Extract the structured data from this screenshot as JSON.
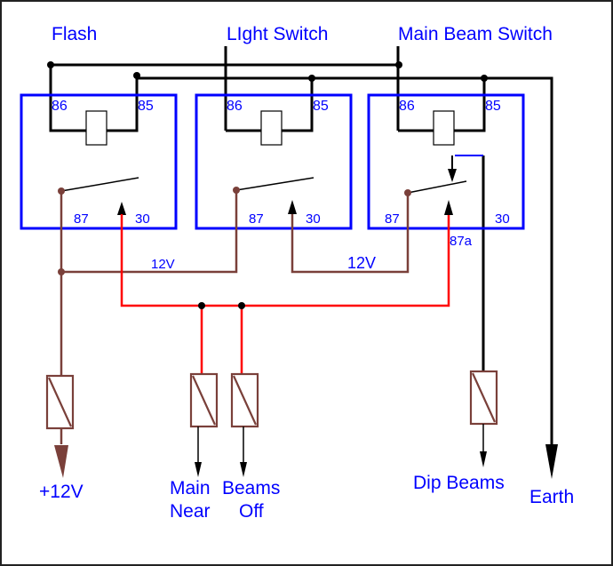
{
  "diagram": {
    "title_labels": {
      "flash": "Flash",
      "light_switch": "LIght Switch",
      "main_beam_switch": "Main Beam Switch"
    },
    "relays": [
      {
        "name": "flash-relay",
        "pins": {
          "p86": "86",
          "p85": "85",
          "p87": "87",
          "p30": "30"
        }
      },
      {
        "name": "light-switch-relay",
        "pins": {
          "p86": "86",
          "p85": "85",
          "p87": "87",
          "p30": "30"
        }
      },
      {
        "name": "main-beam-relay",
        "pins": {
          "p86": "86",
          "p85": "85",
          "p87": "87",
          "p30": "30",
          "p87a": "87a"
        }
      }
    ],
    "wire_labels": {
      "v12_left": "12V",
      "v12_right": "12V"
    },
    "terminals": {
      "plus12v": "+12V",
      "main_beams_line1": "Main",
      "main_beams_line1b": "Beams",
      "near": "Near",
      "off": "Off",
      "dip_beams": "Dip Beams",
      "earth": "Earth"
    },
    "colors": {
      "relay_box": "#0000ff",
      "label": "#0000ff",
      "control_wire": "#000000",
      "supply_wire": "#7a403a",
      "switched_wire": "#ff0000"
    }
  }
}
